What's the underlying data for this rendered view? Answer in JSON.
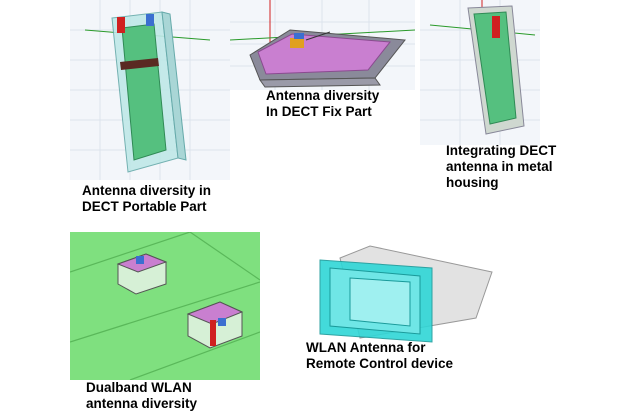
{
  "captions": {
    "portable": [
      "Antenna diversity  in",
      "DECT Portable Part"
    ],
    "fix": [
      "Antenna diversity",
      "In DECT Fix Part"
    ],
    "metal": [
      "Integrating DECT",
      "antenna in metal",
      "housing"
    ],
    "dualband": [
      "Dualband WLAN",
      "antenna diversity"
    ],
    "remote": [
      "WLAN Antenna for",
      "Remote Control device"
    ]
  },
  "colors": {
    "ground_green": "#7fe07f",
    "housing_cyan": "#bfe8e8",
    "pcb_green": "#55c07f",
    "feed_red": "#d02020",
    "patch_magenta": "#c97fd0",
    "grid_bg": "#eef3f8",
    "panel_cyan": "#2fd6d6"
  }
}
